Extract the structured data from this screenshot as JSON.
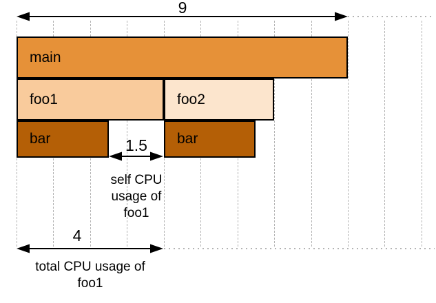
{
  "diagram": {
    "type": "flame-graph-illustration",
    "colors": {
      "background": "#FFFFFF",
      "grid": "#B3B3B3",
      "border": "#000000",
      "arrow": "#000000",
      "text": "#000000"
    },
    "grid": {
      "units_shown": 11,
      "style": "dashed"
    },
    "flame": {
      "frames": [
        {
          "label": "main",
          "row": 0,
          "start": 0,
          "width": 9,
          "color": "#E69138"
        },
        {
          "label": "foo1",
          "row": 1,
          "start": 0,
          "width": 4,
          "color": "#F9CB9C"
        },
        {
          "label": "foo2",
          "row": 1,
          "start": 4,
          "width": 3,
          "color": "#FCE5CD"
        },
        {
          "label": "bar",
          "row": 2,
          "start": 0,
          "width": 2.5,
          "color": "#B45F06"
        },
        {
          "label": "bar",
          "row": 2,
          "start": 4,
          "width": 2.5,
          "color": "#B45F06"
        }
      ]
    },
    "annotations": {
      "total_width": {
        "value": "9"
      },
      "self_cpu": {
        "value": "1.5",
        "caption": "self CPU usage of foo1",
        "caption_lines": [
          "self CPU",
          "usage of",
          "foo1"
        ]
      },
      "total_cpu": {
        "value": "4",
        "caption": "total CPU usage of foo1",
        "caption_lines": [
          "total CPU usage of",
          "foo1"
        ]
      }
    }
  }
}
